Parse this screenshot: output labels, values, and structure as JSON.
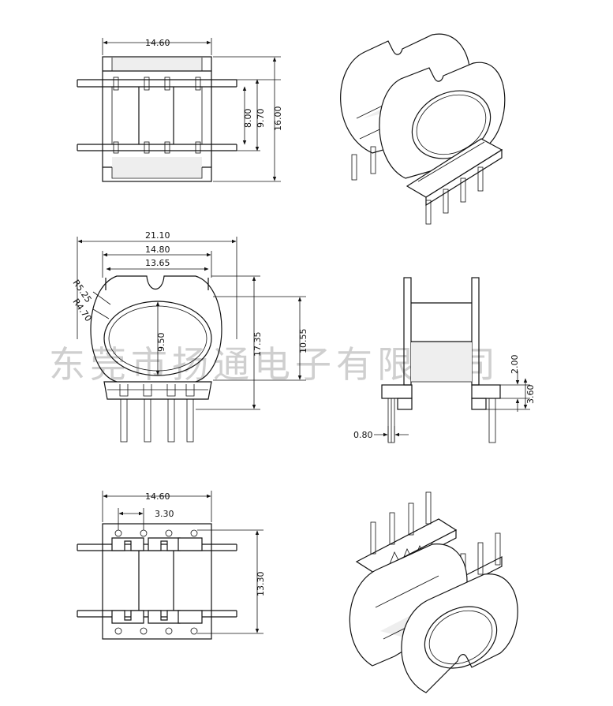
{
  "watermark": "东莞市扬通电子有限公司",
  "top_view": {
    "width": "14.60",
    "inner_height": "8.00",
    "mid_height": "9.70",
    "total_height": "16.00"
  },
  "front_view": {
    "total_width": "21.10",
    "flange_width": "14.80",
    "inner_width": "13.65",
    "outer_radius": "R5.25",
    "inner_radius": "R4.70",
    "window_height": "9.50",
    "total_height": "17.35",
    "flange_height": "10.55"
  },
  "side_view": {
    "pin_width": "0.80",
    "base_step": "2.00",
    "base_height": "3.60"
  },
  "bottom_view": {
    "width": "14.60",
    "pin_pitch": "3.30",
    "height": "13.30"
  },
  "colors": {
    "line": "#111111",
    "watermark": "#cfcfcf"
  }
}
